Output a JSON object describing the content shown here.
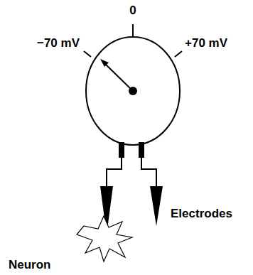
{
  "diagram": {
    "labels": [
      "0",
      "−70 mV",
      "+70 mV",
      "Electrodes",
      "Neuron"
    ]
  }
}
